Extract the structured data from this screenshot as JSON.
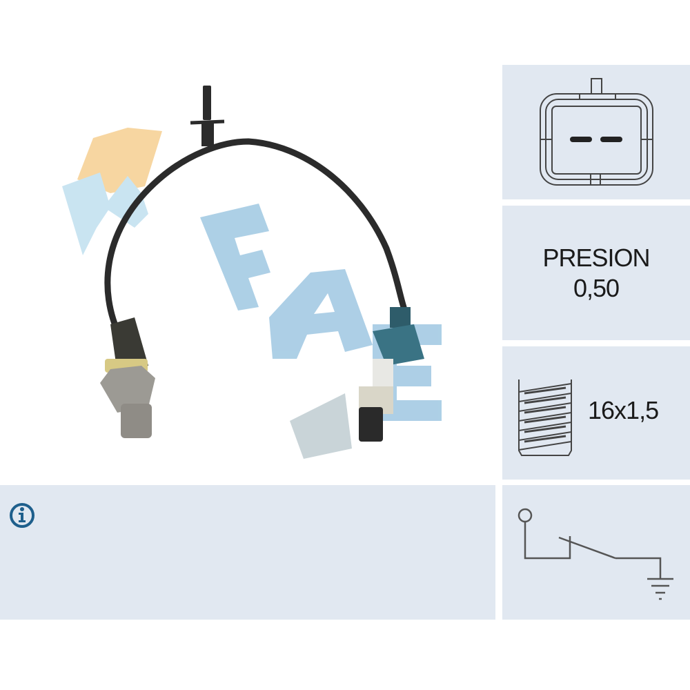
{
  "brand": {
    "watermark_text": "FAE",
    "watermark_color": "#a9cde5",
    "accent_orange": "#f7d49d",
    "accent_lightblue": "#c7e3f1"
  },
  "product": {
    "image_alt": "Oil pressure switch with cable harness and connector"
  },
  "info_panel": {
    "icon": "info-icon",
    "icon_color": "#1e5f8c",
    "text": ""
  },
  "specs": {
    "connector": {
      "icon": "two-pin-connector-icon"
    },
    "pressure": {
      "label": "PRESION",
      "value": "0,50"
    },
    "thread": {
      "icon": "thread-icon",
      "value": "16x1,5"
    },
    "circuit": {
      "icon": "normally-open-switch-to-ground-icon"
    }
  },
  "colors": {
    "panel_bg": "#e1e8f1",
    "line": "#444444",
    "text": "#1a1a1a"
  }
}
